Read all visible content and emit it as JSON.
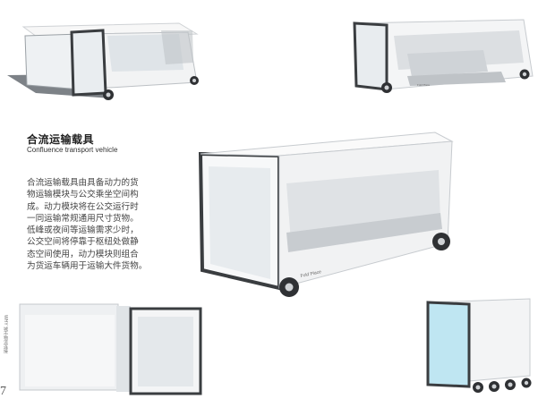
{
  "section": {
    "title_cn": "合流运输载具",
    "title_en": "Confluence transport vehicle",
    "description_lines": [
      "合流运输载具由具备动力的货",
      "物运输模块与公交乘坐空间构",
      "成。动力模块将在公交运行时",
      "一同运输常规通用尺寸货物。",
      "低峰或夜间等运输需求少时，",
      "公交空间将停靠于枢纽处做静",
      "态空间使用，动力模块则组合",
      "为货运车辆用于运输大件货物。"
    ]
  },
  "vehicle_labels": {
    "main_plate": "Fold Place"
  },
  "side_label": "WHY 城市物流连接",
  "page_mark": "7",
  "colors": {
    "body": "#f4f5f6",
    "frame": "#3a3d40",
    "glass": "#e3e8ec",
    "fridge": "#bfe6f2"
  }
}
